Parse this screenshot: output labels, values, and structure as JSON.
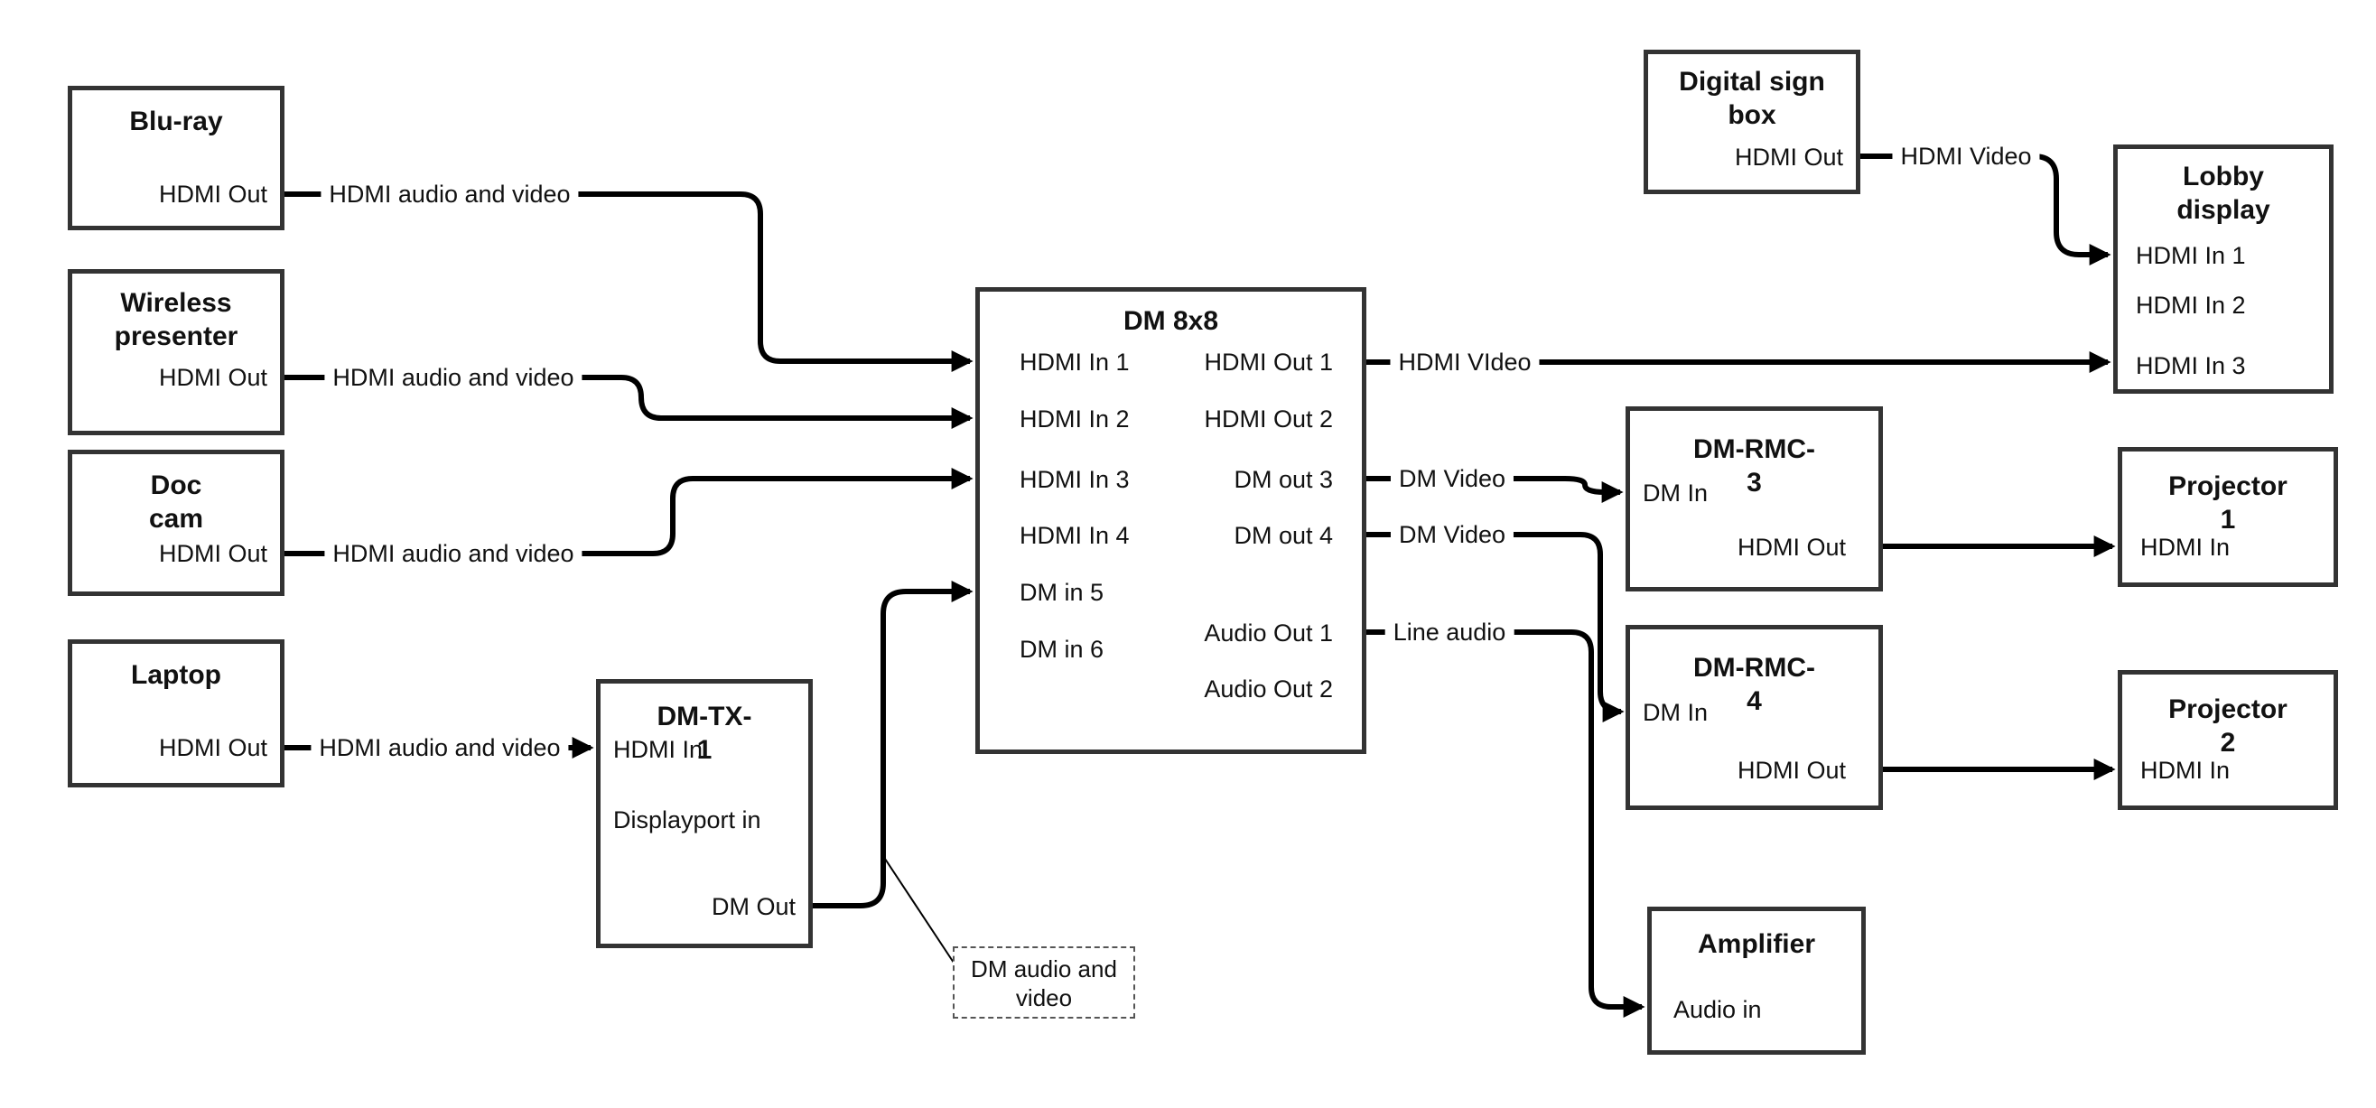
{
  "canvas": {
    "background": "#ffffff",
    "line_color": "#000000",
    "box_border_color": "#333333"
  },
  "nodes": {
    "bluray": {
      "title": "Blu-ray",
      "ports": {
        "out": "HDMI Out"
      }
    },
    "wireless": {
      "title": "Wireless presenter",
      "ports": {
        "out": "HDMI Out"
      }
    },
    "doccam": {
      "title": "Doc cam",
      "ports": {
        "out": "HDMI Out"
      }
    },
    "laptop": {
      "title": "Laptop",
      "ports": {
        "out": "HDMI Out"
      }
    },
    "dmtx1": {
      "title": "DM-TX-1",
      "ports": {
        "hdmi_in": "HDMI In",
        "dp_in": "Displayport in",
        "dm_out": "DM Out"
      }
    },
    "dm8x8": {
      "title": "DM 8x8",
      "ports": {
        "in1": "HDMI In 1",
        "in2": "HDMI In 2",
        "in3": "HDMI In 3",
        "in4": "HDMI In 4",
        "in5": "DM in 5",
        "in6": "DM in 6",
        "out1": "HDMI Out 1",
        "out2": "HDMI Out 2",
        "out3": "DM out 3",
        "out4": "DM out 4",
        "aout1": "Audio Out 1",
        "aout2": "Audio Out 2"
      }
    },
    "digisign": {
      "title": "Digital sign box",
      "ports": {
        "out": "HDMI Out"
      }
    },
    "lobby": {
      "title": "Lobby display",
      "ports": {
        "in1": "HDMI In 1",
        "in2": "HDMI In 2",
        "in3": "HDMI In 3"
      }
    },
    "dmrmc3": {
      "title": "DM-RMC-3",
      "ports": {
        "dm_in": "DM In",
        "hdmi_out": "HDMI Out"
      }
    },
    "proj1": {
      "title": "Projector 1",
      "ports": {
        "hdmi_in": "HDMI In"
      }
    },
    "dmrmc4": {
      "title": "DM-RMC-4",
      "ports": {
        "dm_in": "DM In",
        "hdmi_out": "HDMI Out"
      }
    },
    "proj2": {
      "title": "Projector 2",
      "ports": {
        "hdmi_in": "HDMI In"
      }
    },
    "amp": {
      "title": "Amplifier",
      "ports": {
        "audio_in": "Audio in"
      }
    },
    "note": {
      "text": "DM audio and video"
    }
  },
  "edges": {
    "bluray_dm8x8": {
      "label": "HDMI audio and video"
    },
    "wireless_dm8x8": {
      "label": "HDMI audio and video"
    },
    "doccam_dm8x8": {
      "label": "HDMI audio and video"
    },
    "laptop_dmtx1": {
      "label": "HDMI audio and video"
    },
    "digisign_lobby": {
      "label": "HDMI Video"
    },
    "dm8x8_lobby": {
      "label": "HDMI VIdeo"
    },
    "dm8x8_dmrmc3": {
      "label": "DM Video"
    },
    "dm8x8_dmrmc4": {
      "label": "DM Video"
    },
    "dm8x8_amp": {
      "label": "Line audio"
    }
  }
}
